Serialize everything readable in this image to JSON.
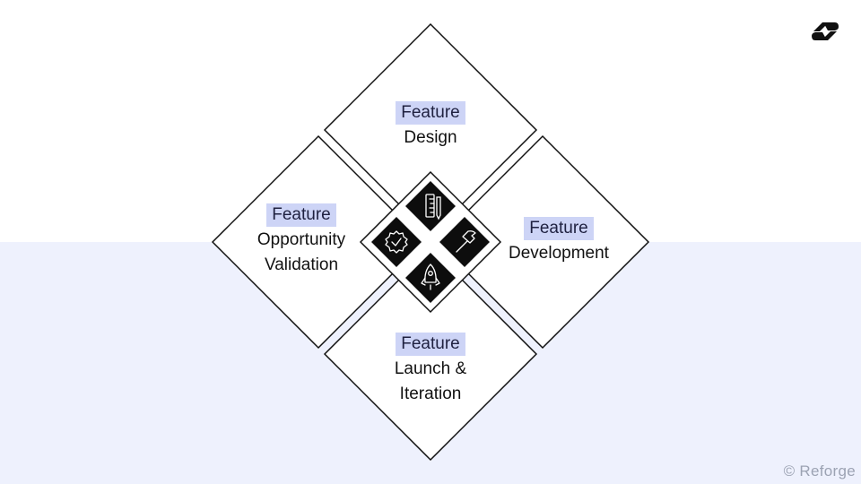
{
  "brand": {
    "logo_icon": "reforge-logo-icon"
  },
  "diagram": {
    "center_icons": [
      "ruler-pencil-icon",
      "badge-check-icon",
      "hammer-icon",
      "rocket-icon"
    ],
    "stages": {
      "design": {
        "tag": "Feature",
        "line1": "Design",
        "line2": ""
      },
      "opportunity": {
        "tag": "Feature",
        "line1": "Opportunity",
        "line2": "Validation"
      },
      "development": {
        "tag": "Feature",
        "line1": "Development",
        "line2": ""
      },
      "launch": {
        "tag": "Feature",
        "line1": "Launch &",
        "line2": "Iteration"
      }
    }
  },
  "footer": {
    "copyright": "© Reforge"
  },
  "colors": {
    "tag_bg": "#cdd4f6",
    "lower_band": "#eef1fd",
    "outline": "#111111",
    "icon_tile": "#0d0d0d"
  }
}
